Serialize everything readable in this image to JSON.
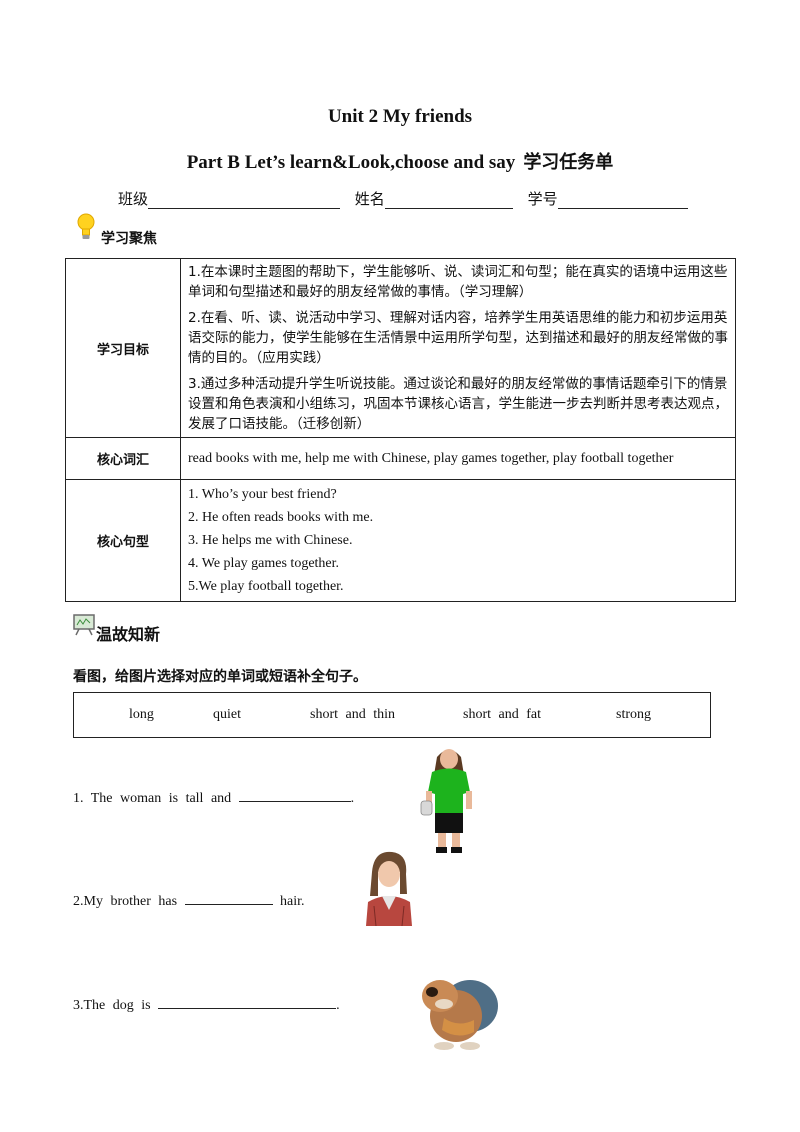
{
  "header": {
    "title": "Unit  2  My  friends",
    "subtitle": "Part B Let’s learn&Look,choose and say",
    "subtitle_cn": "学习任务单"
  },
  "info": {
    "class_label": "班级",
    "name_label": "姓名",
    "number_label": "学号"
  },
  "focus": {
    "heading": "学习聚焦",
    "rows": [
      {
        "label": "学习目标",
        "paragraphs": [
          "1.在本课时主题图的帮助下，学生能够听、说、读词汇和句型；能在真实的语境中运用这些单词和句型描述和最好的朋友经常做的事情。（学习理解）",
          "2.在看、听、读、说活动中学习、理解对话内容，培养学生用英语思维的能力和初步运用英语交际的能力，使学生能够在生活情景中运用所学句型，达到描述和最好的朋友经常做的事情的目的。（应用实践）",
          "3.通过多种活动提升学生听说技能。通过谈论和最好的朋友经常做的事情话题牵引下的情景设置和角色表演和小组练习，巩固本节课核心语言，学生能进一步去判断并思考表达观点，发展了口语技能。（迁移创新）"
        ]
      },
      {
        "label": "核心词汇",
        "text": "read books with me, help me with Chinese, play games together, play football together"
      },
      {
        "label": "核心句型",
        "sentences": [
          "1. Who’s your best friend?",
          "2. He often reads books with me.",
          "3. He helps me with Chinese.",
          "4. We play games together.",
          "5.We play football together."
        ]
      }
    ]
  },
  "review": {
    "heading": "温故知新",
    "instruction": "看图，给图片选择对应的单词或短语补全句子。",
    "words": [
      "long",
      "quiet",
      "short  and  thin",
      "short  and  fat",
      "strong"
    ],
    "q1": {
      "text": "1.  The  woman  is  tall  and",
      "end": "."
    },
    "q2": {
      "text": "2.My  brother  has",
      "end": "hair."
    },
    "q3": {
      "text": "3.The  dog  is",
      "end": "."
    }
  },
  "colors": {
    "shirt_green": "#1db31d",
    "shirt_red": "#b8473f",
    "dog_brown": "#b5794a"
  }
}
